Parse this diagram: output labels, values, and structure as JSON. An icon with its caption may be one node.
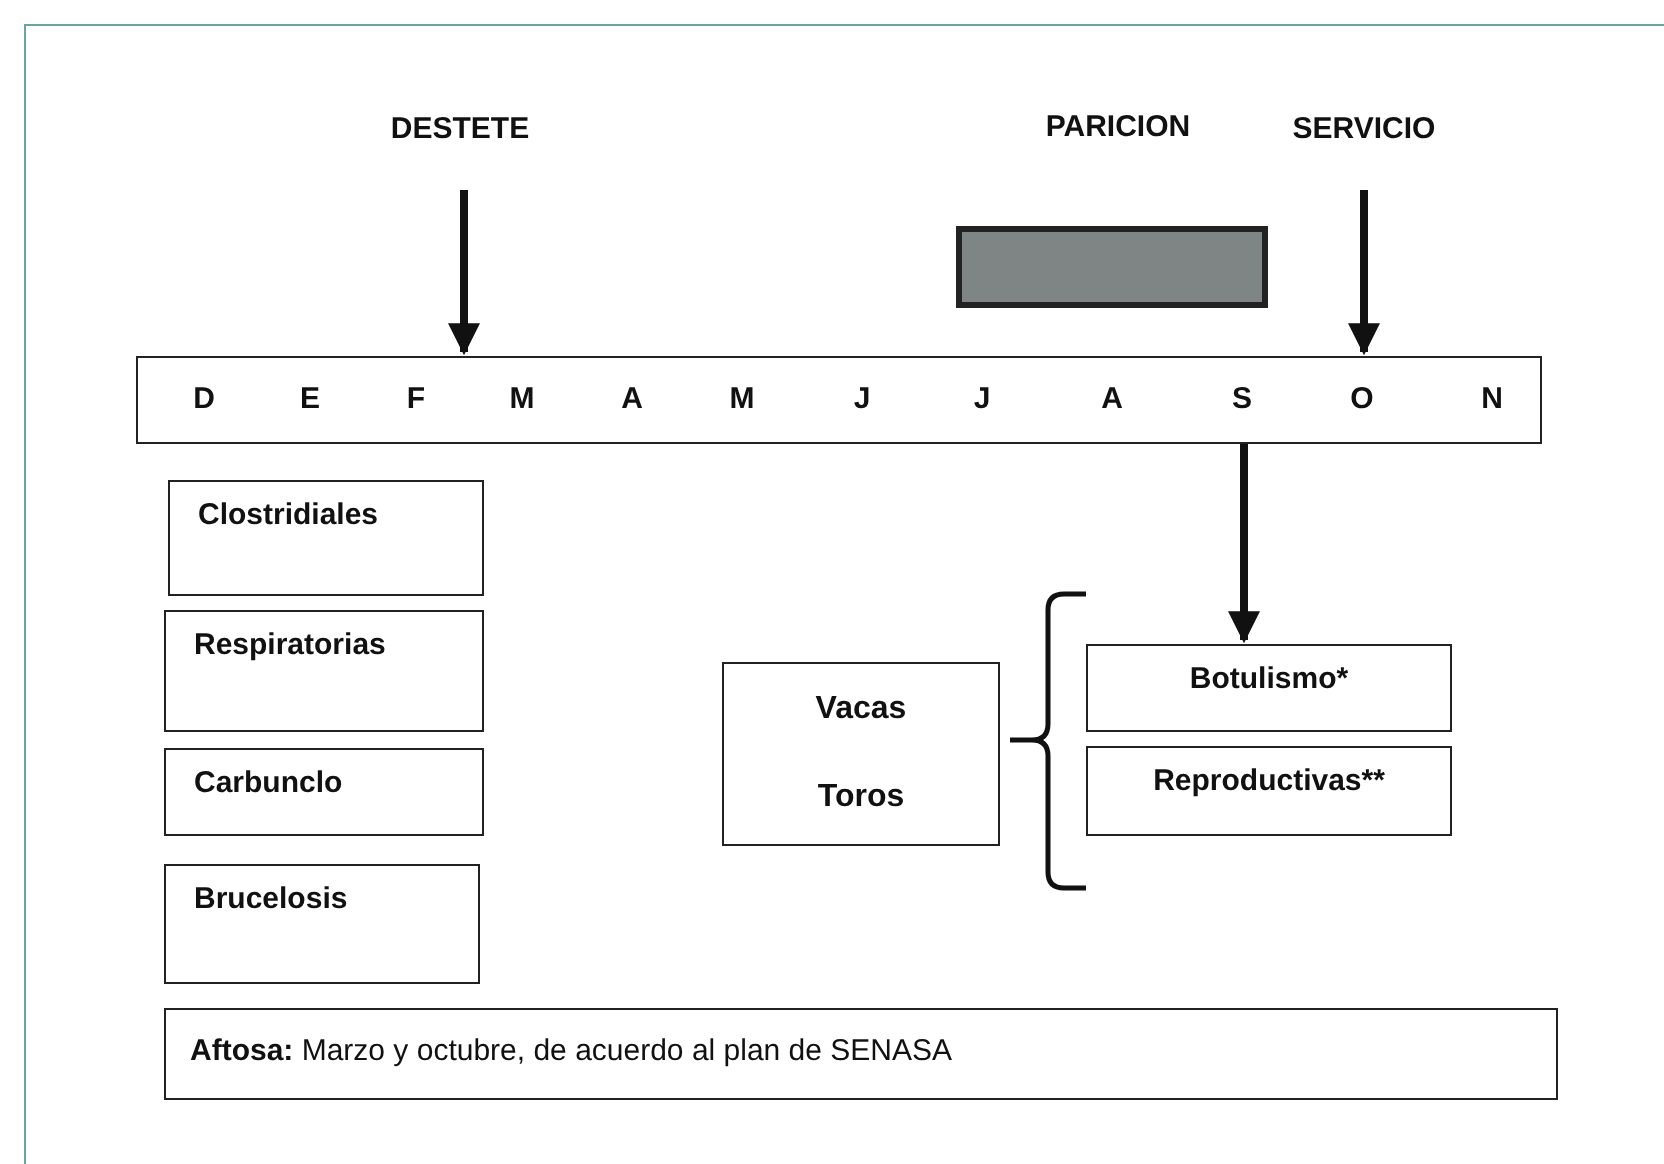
{
  "diagram": {
    "nodes": [
      {
        "text": [
          "DESTETE"
        ]
      },
      {
        "text": [
          "PARICION"
        ]
      },
      {
        "text": [
          "SERVICIO"
        ]
      },
      {
        "text": [
          "D",
          "E",
          "F",
          "M",
          "A",
          "M",
          "J",
          "J",
          "A",
          "S",
          "O",
          "N"
        ]
      },
      {
        "text": [
          "Clostridiales"
        ]
      },
      {
        "text": [
          "Respiratorias"
        ]
      },
      {
        "text": [
          "Carbunclo"
        ]
      },
      {
        "text": [
          "Brucelosis"
        ]
      },
      {
        "text": [
          "Vacas",
          "Toros"
        ]
      },
      {
        "text": [
          "Botulismo*"
        ]
      },
      {
        "text": [
          "Reproductivas**"
        ]
      },
      {
        "text": [
          "**Aftosa:**  Marzo y octubre, de acuerdo al plan de SENASA"
        ]
      }
    ],
    "edges": [
      {
        "from": 0,
        "to": 3,
        "arrow": "to"
      },
      {
        "from": 2,
        "to": 3,
        "arrow": "to"
      },
      {
        "from": 3,
        "to": 9,
        "arrow": "to"
      }
    ]
  }
}
